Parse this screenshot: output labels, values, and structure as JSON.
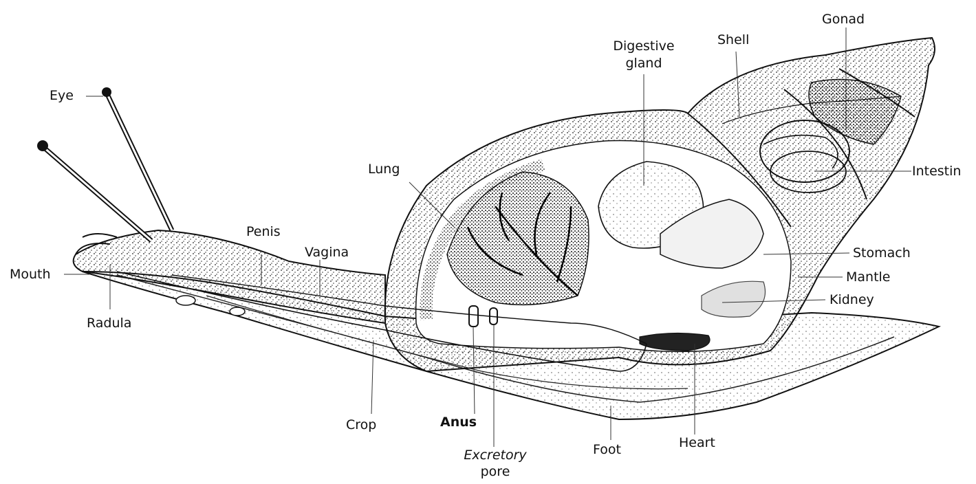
{
  "diagram": {
    "labels": {
      "eye": "Eye",
      "mouth": "Mouth",
      "radula": "Radula",
      "penis": "Penis",
      "vagina": "Vagina",
      "lung": "Lung",
      "digestive_gland_line1": "Digestive",
      "digestive_gland_line2": "gland",
      "shell": "Shell",
      "gonad": "Gonad",
      "intestin": "Intestin",
      "stomach": "Stomach",
      "mantle": "Mantle",
      "kidney": "Kidney",
      "crop": "Crop",
      "anus": "Anus",
      "excretory_pore_line1": "Excretory",
      "excretory_pore_line2": "pore",
      "foot": "Foot",
      "heart": "Heart"
    }
  }
}
